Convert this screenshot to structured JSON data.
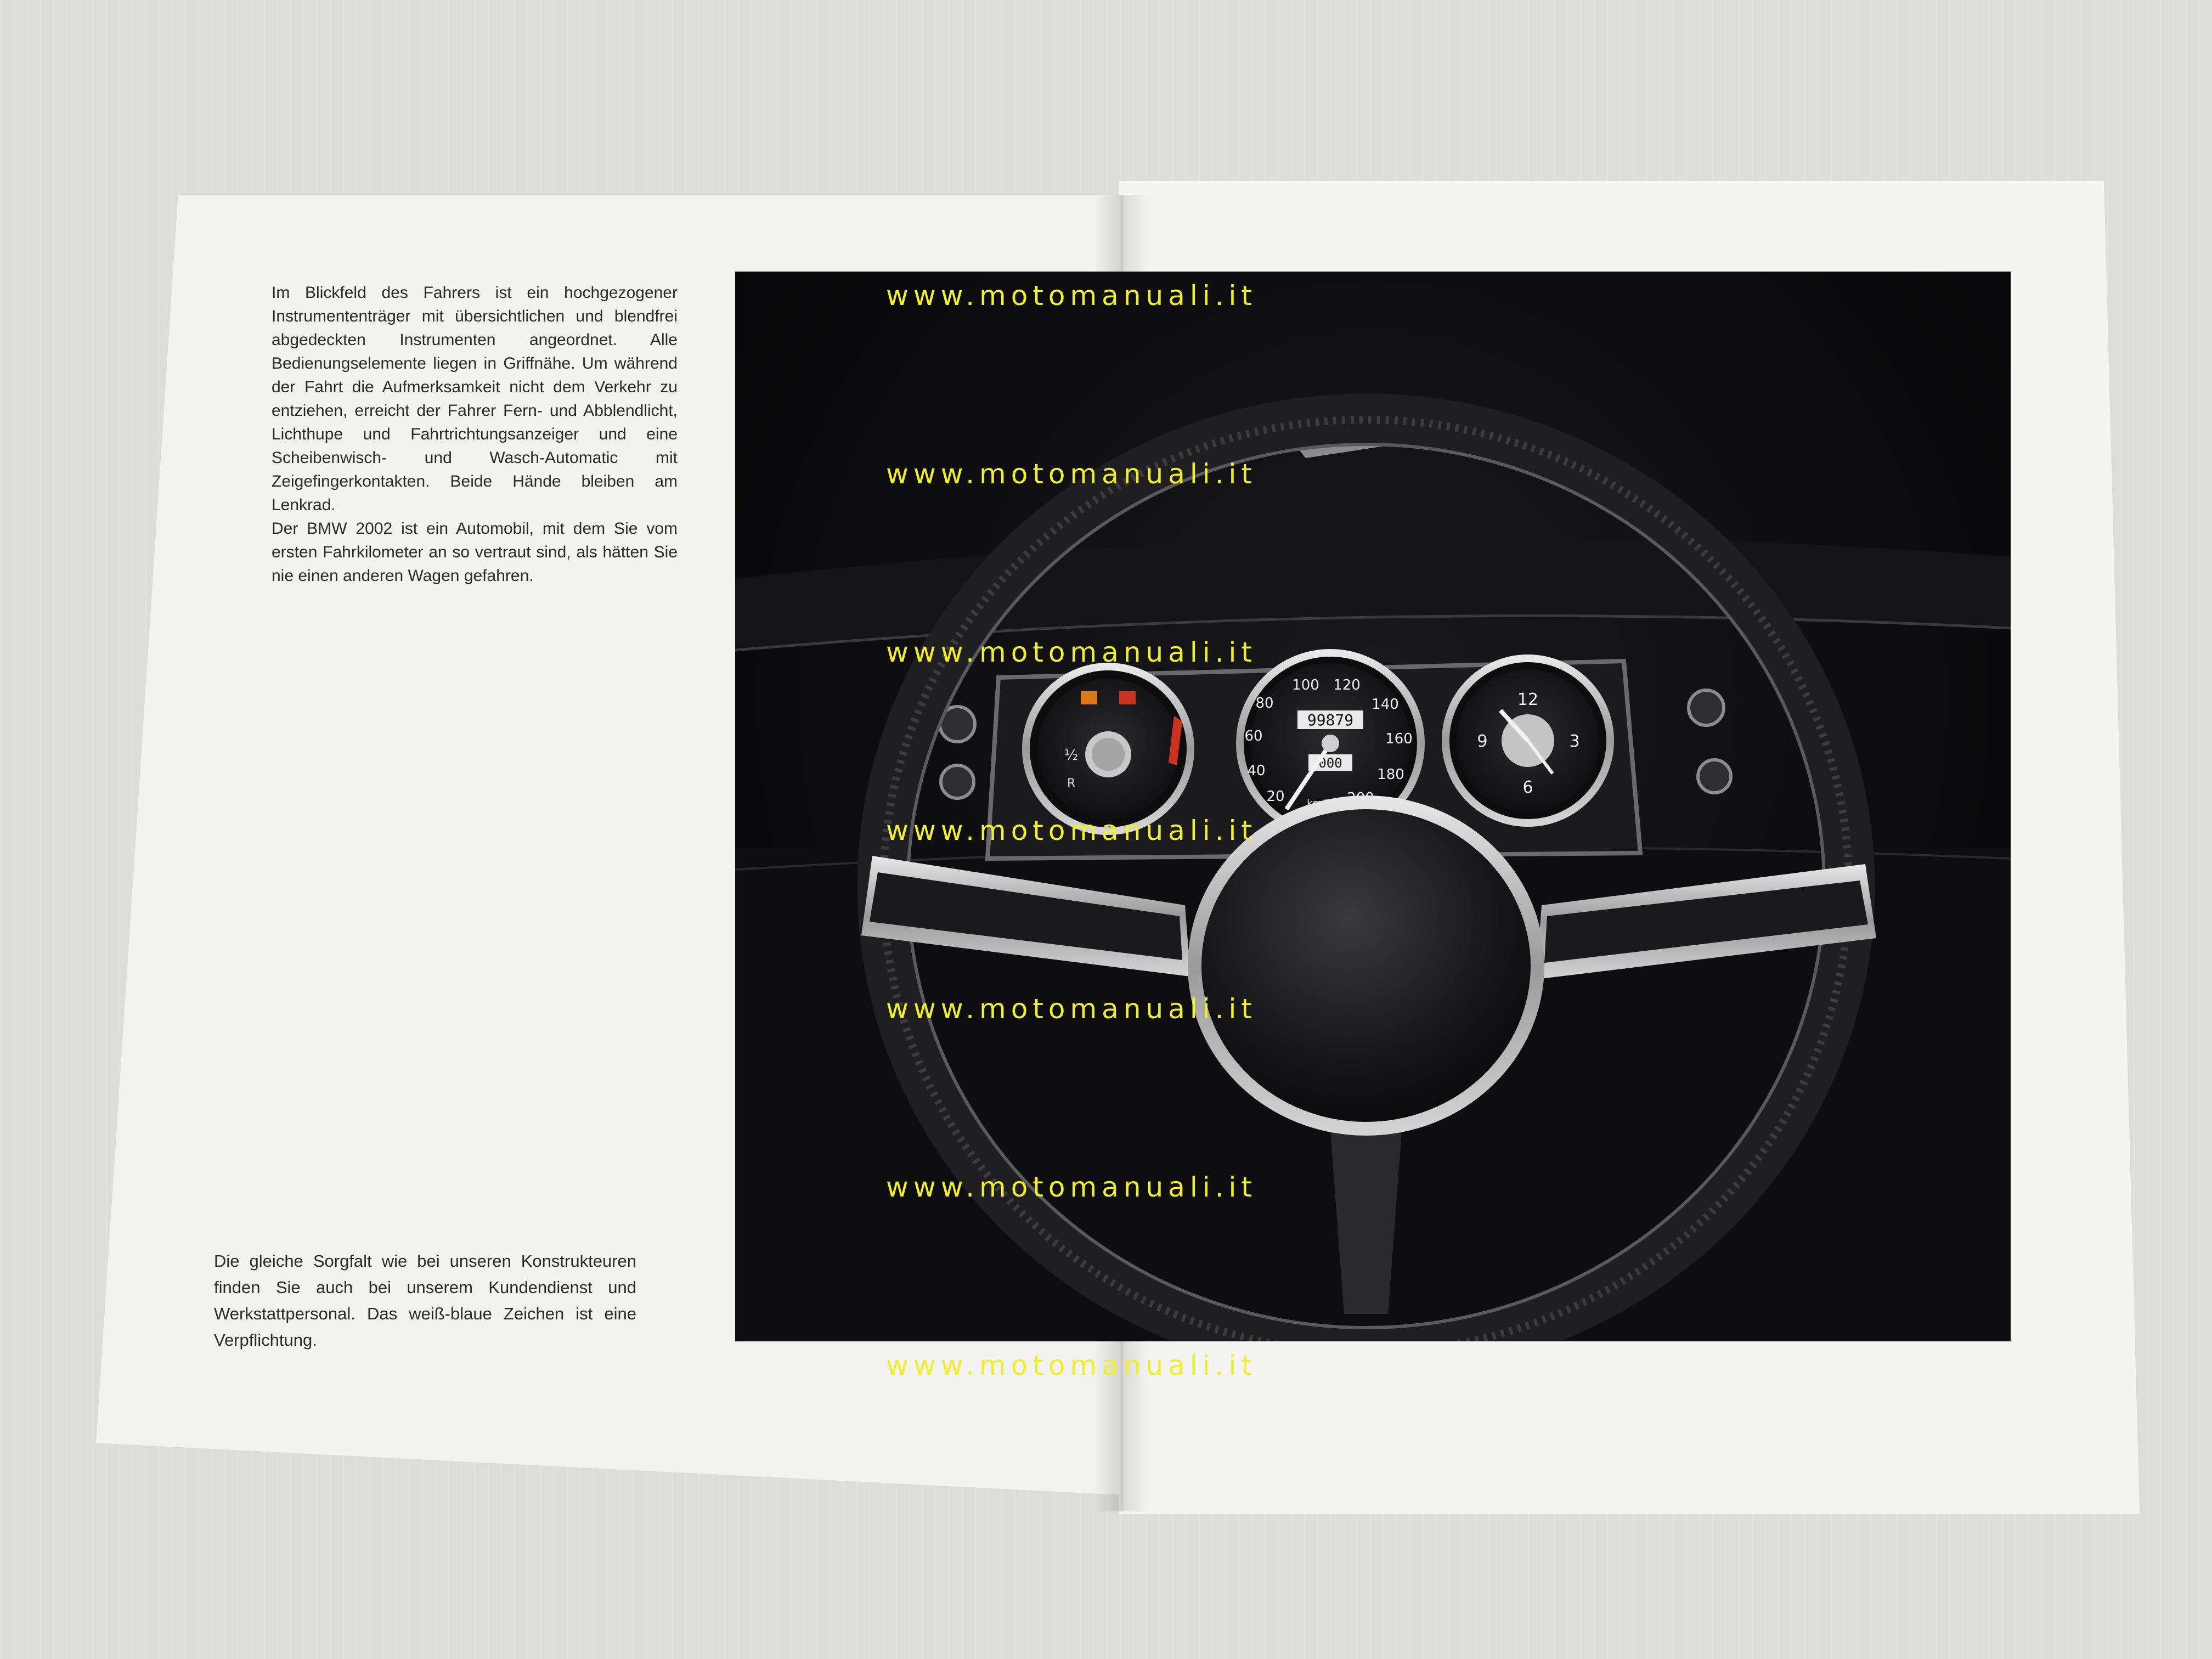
{
  "page": {
    "paragraph_top": "Im Blickfeld des Fahrers ist ein hochgezogener Instrumententräger mit übersichtlichen und blendfrei abgedeckten Instrumenten angeordnet. Alle Bedienungselemente liegen in Griffnähe. Um während der Fahrt die Aufmerksamkeit nicht dem Verkehr zu entziehen, erreicht der Fahrer Fern- und Abblendlicht, Lichthupe und Fahrtrichtungsanzeiger und eine Scheibenwisch- und Wasch-Automatic mit Zeigefingerkontakten. Beide Hände bleiben am Lenkrad.",
    "paragraph_top_2": "Der BMW 2002 ist ein Automobil, mit dem Sie vom ersten Fahrkilometer an so vertraut sind, als hätten Sie nie einen anderen Wagen gefahren.",
    "paragraph_bottom": "Die gleiche Sorgfalt wie bei unseren Konstrukteuren finden Sie auch bei unserem Kundendienst und Werkstattpersonal. Das weiß-blaue Zeichen ist eine Verpflichtung."
  },
  "watermarks": [
    "www.motomanuali.it",
    "www.motomanuali.it",
    "www.motomanuali.it",
    "www.motomanuali.it",
    "www.motomanuali.it",
    "www.motomanuali.it",
    "www.motomanuali.it"
  ],
  "gauges": {
    "speedo_ticks": [
      "20",
      "40",
      "60",
      "80",
      "100",
      "120",
      "140",
      "160",
      "180",
      "200"
    ],
    "speedo_unit": "km/h",
    "odometer": "99879",
    "trip": "000",
    "clock_numbers": [
      "12",
      "3",
      "6",
      "9"
    ],
    "fuel_labels": [
      "½",
      "R"
    ]
  },
  "colors": {
    "watermark": "#f1ee2a",
    "paper": "#f2f2f0",
    "photo_bg": "#0c0c0e"
  }
}
